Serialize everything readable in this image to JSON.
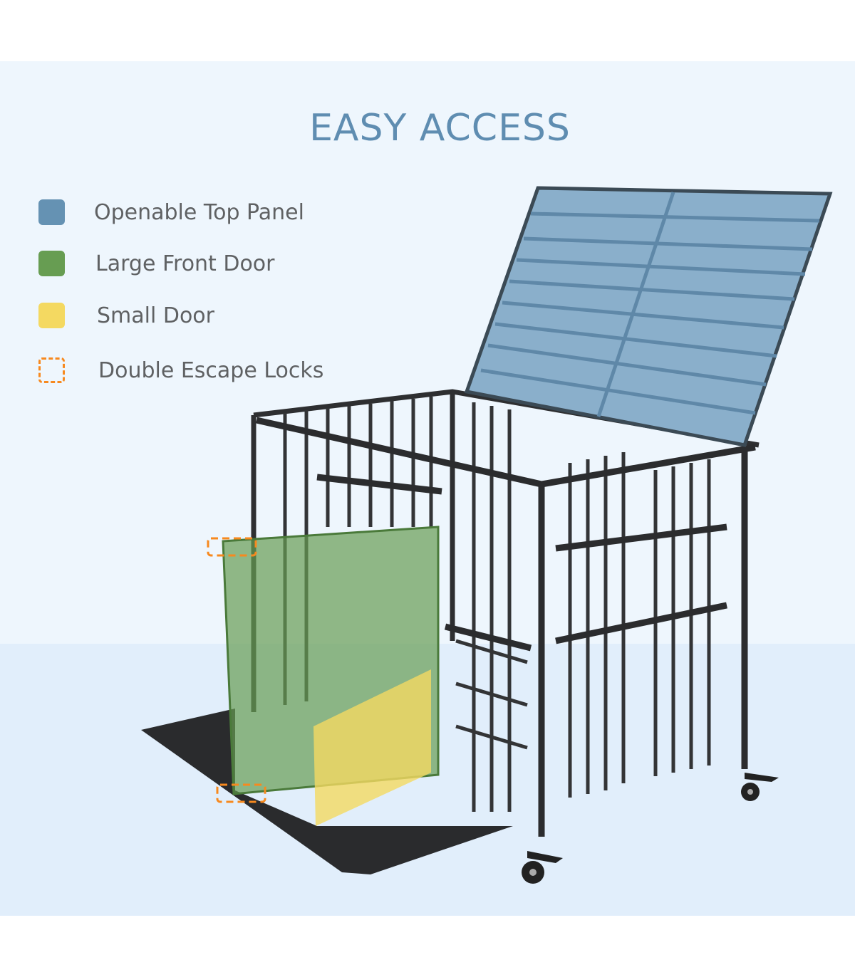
{
  "title": "EASY ACCESS",
  "legend": [
    {
      "label": "Openable Top Panel",
      "color": "#6592b3"
    },
    {
      "label": "Large Front Door",
      "color": "#679d52"
    },
    {
      "label": "Small Door",
      "color": "#f4d961"
    },
    {
      "label": "Double Escape Locks",
      "color": "#f7891e"
    }
  ]
}
